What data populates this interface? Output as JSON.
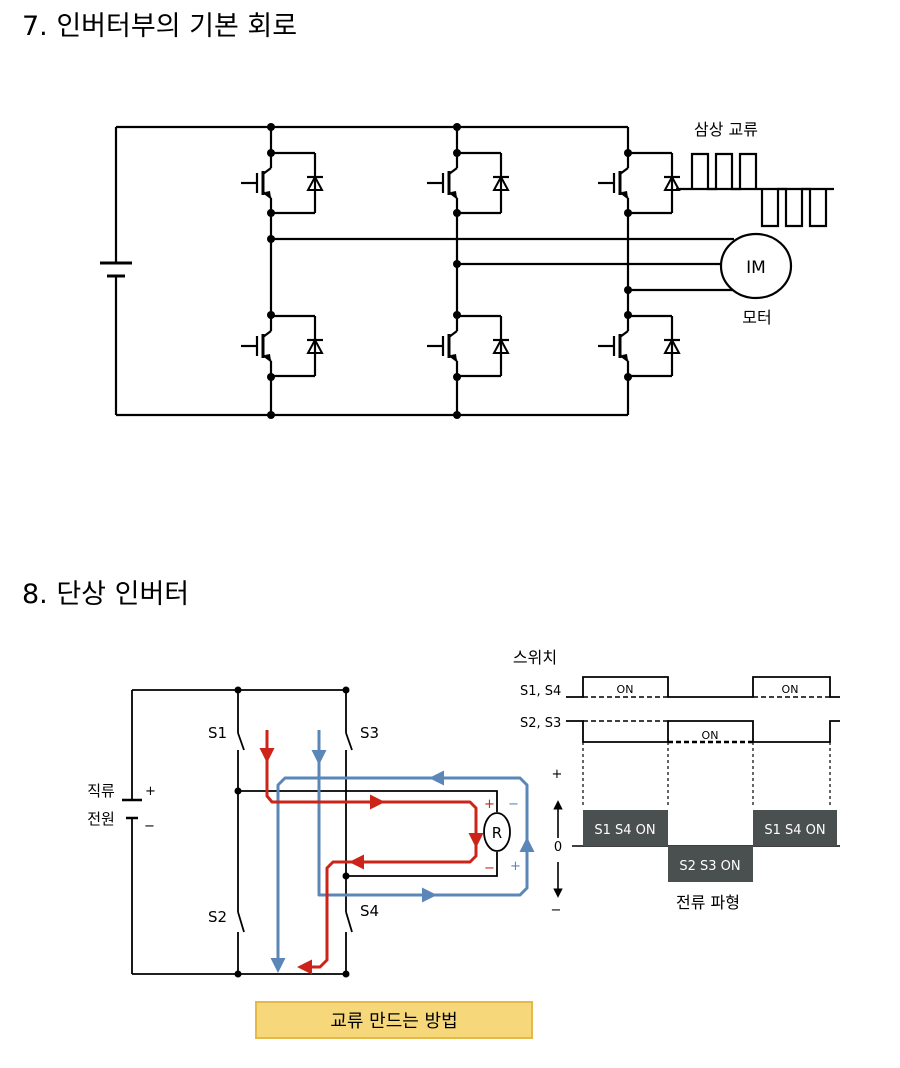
{
  "section1": {
    "title": "7. 인버터부의 기본 회로",
    "label_three_phase_ac": "삼상 교류",
    "label_motor_symbol": "IM",
    "label_motor": "모터"
  },
  "section2": {
    "title": "8. 단상 인버터",
    "label_switch": "스위치",
    "label_s1s4": "S1, S4",
    "label_s2s3": "S2, S3",
    "on_label": "ON",
    "switch_s1": "S1",
    "switch_s2": "S2",
    "switch_s3": "S3",
    "switch_s4": "S4",
    "dc_source_line1": "직류",
    "dc_source_line2": "전원",
    "plus_sign": "+",
    "minus_sign": "−",
    "resistor_symbol": "R",
    "axis_plus": "+",
    "axis_zero": "0",
    "axis_minus": "−",
    "bar_s1s4_on": "S1 S4 ON",
    "bar_s2s3_on": "S2 S3 ON",
    "label_current_waveform": "전류 파형",
    "caption": "교류 만드는 방법"
  },
  "colors": {
    "wire": "#000000",
    "red_path": "#cc2418",
    "blue_path": "#5b86b8",
    "bar_fill": "#4a4f4f",
    "caption_bg": "#f6d87a"
  }
}
